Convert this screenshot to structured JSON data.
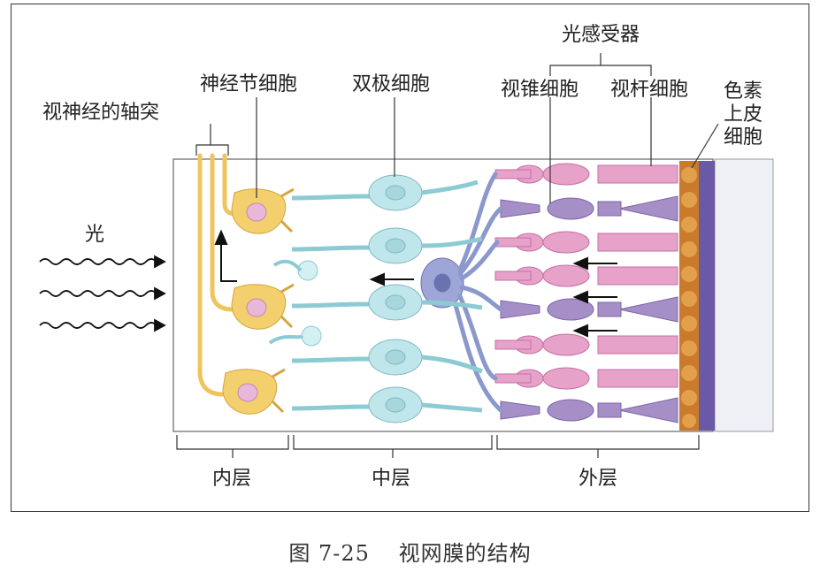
{
  "labels": {
    "photoreceptor": "光感受器",
    "ganglion": "神经节细胞",
    "bipolar": "双极细胞",
    "cone": "视锥细胞",
    "rod": "视杆细胞",
    "pigment_1": "色素",
    "pigment_2": "上皮",
    "pigment_3": "细胞",
    "optic_axon": "视神经的轴突",
    "light": "光",
    "inner": "内层",
    "middle": "中层",
    "outer": "外层"
  },
  "caption": {
    "number": "图 7-25",
    "title": "视网膜的结构"
  },
  "colors": {
    "ganglion": "#f3cf6e",
    "bipolar": "#bfe6ea",
    "amacrine": "#9ea6d8",
    "cone": "#a58fc6",
    "rod": "#e6a2c9",
    "pigment": "#d38a33",
    "choroid": "#6a5aa6",
    "arrow": "#111111"
  }
}
